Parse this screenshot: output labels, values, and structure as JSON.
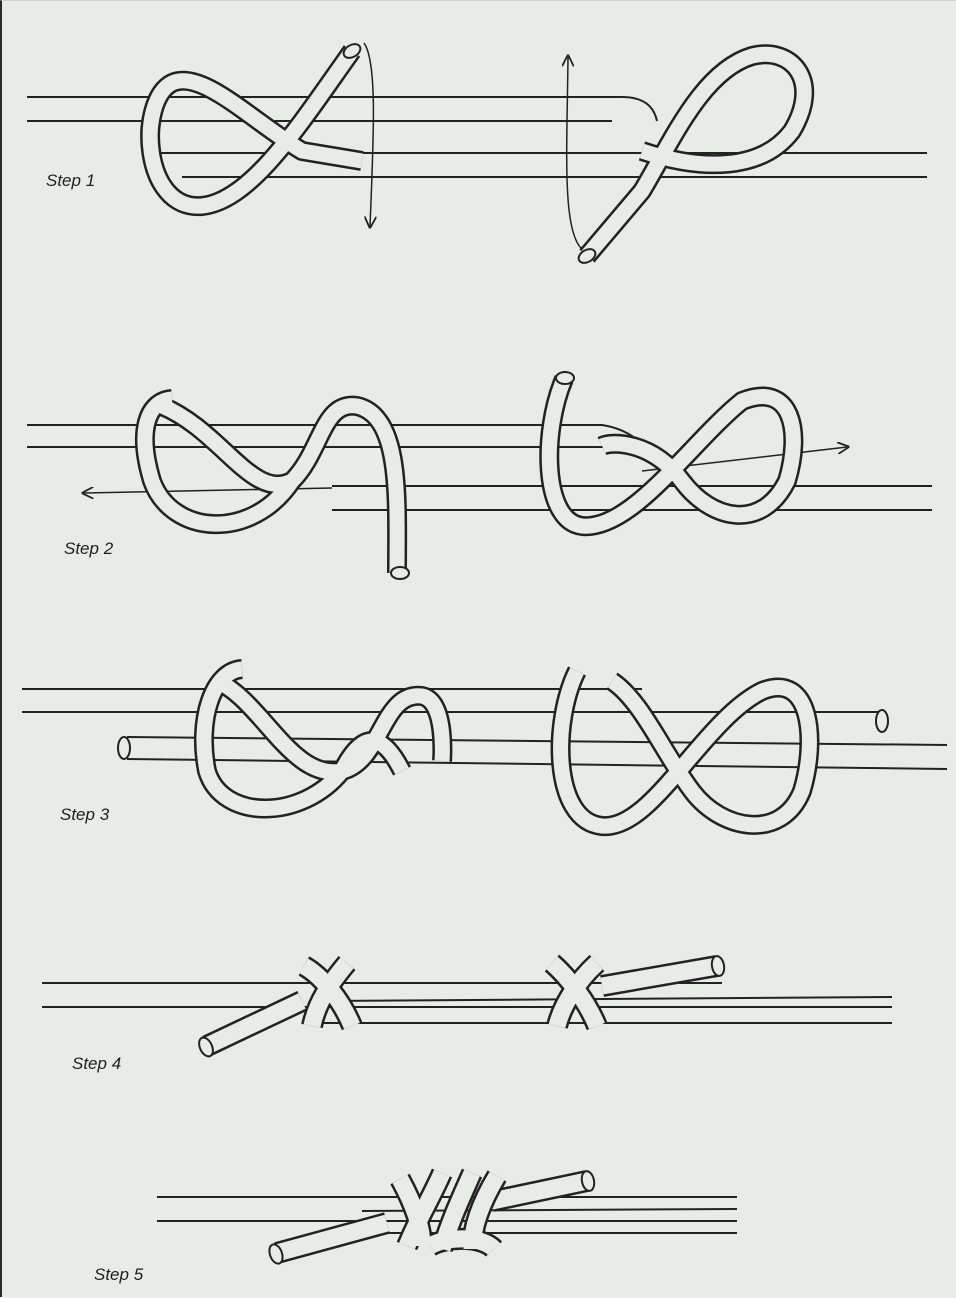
{
  "colors": {
    "background": "#e8ece6",
    "outline": "#222222",
    "rope_fill": "#e8ece6"
  },
  "steps": [
    {
      "label": "Step 1"
    },
    {
      "label": "Step 2"
    },
    {
      "label": "Step 3"
    },
    {
      "label": "Step 4"
    },
    {
      "label": "Step 5"
    }
  ]
}
